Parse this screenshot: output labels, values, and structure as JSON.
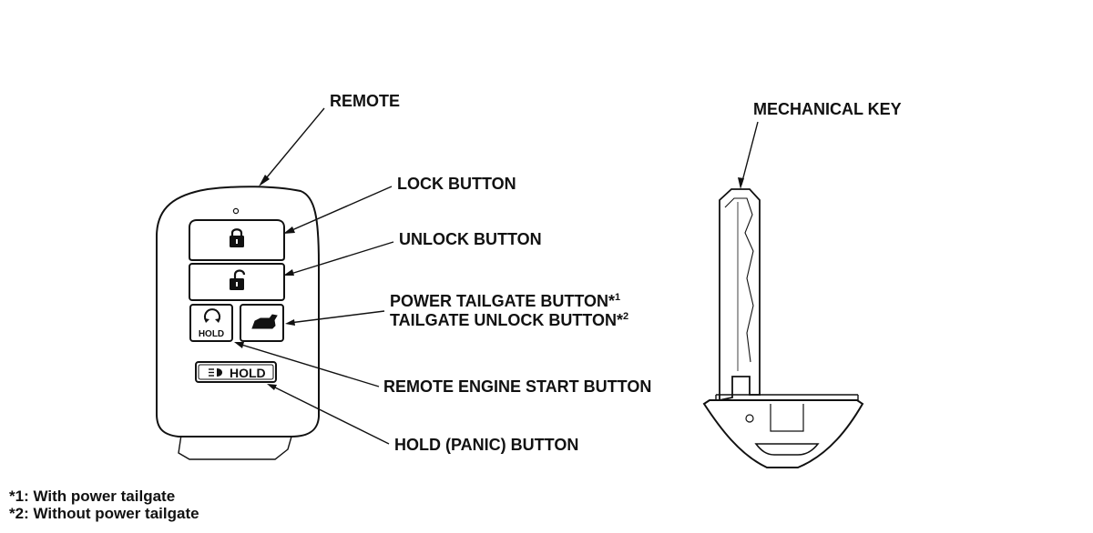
{
  "labels": {
    "remote": "REMOTE",
    "lock_button": "LOCK BUTTON",
    "unlock_button": "UNLOCK BUTTON",
    "power_tailgate_button": "POWER TAILGATE BUTTON*",
    "power_tailgate_sup": "1",
    "tailgate_unlock_button": "TAILGATE UNLOCK BUTTON*",
    "tailgate_unlock_sup": "2",
    "remote_engine_start_button": "REMOTE ENGINE START BUTTON",
    "hold_panic_button": "HOLD (PANIC) BUTTON",
    "mechanical_key": "MECHANICAL KEY"
  },
  "button_text": {
    "hold_small": "HOLD",
    "hold_large": "HOLD"
  },
  "footnotes": [
    "*1: With power tailgate",
    "*2: Without power tailgate"
  ],
  "icons": {
    "lock_button": "lock-closed-icon",
    "unlock_button": "lock-open-icon",
    "engine_start_button": "engine-start-arc-icon",
    "tailgate_button": "vehicle-tailgate-icon",
    "panic_button": "headlight-icon"
  },
  "colors": {
    "line": "#111111",
    "background": "#ffffff",
    "button_fill": "#ffffff"
  }
}
